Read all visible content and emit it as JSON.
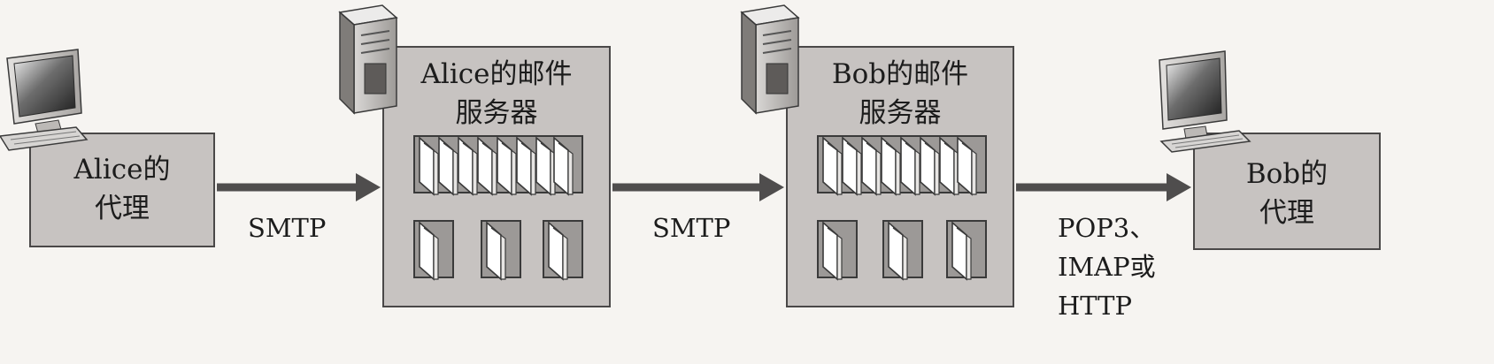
{
  "nodes": {
    "alice_agent": {
      "label": "Alice的\n代理",
      "icon": "desktop-computer-icon"
    },
    "alice_server": {
      "label": "Alice的邮件\n服务器",
      "icon": "server-tower-icon"
    },
    "bob_server": {
      "label": "Bob的邮件\n服务器",
      "icon": "server-tower-icon"
    },
    "bob_agent": {
      "label": "Bob的\n代理",
      "icon": "desktop-computer-icon"
    }
  },
  "links": [
    {
      "from": "alice_agent",
      "to": "alice_server",
      "protocol": "SMTP"
    },
    {
      "from": "alice_server",
      "to": "bob_server",
      "protocol": "SMTP"
    },
    {
      "from": "bob_server",
      "to": "bob_agent",
      "protocol": "POP3、\nIMAP或\nHTTP"
    }
  ],
  "colors": {
    "box_fill": "#c7c3c1",
    "box_border": "#4a4848",
    "arrow": "#4f4d4d",
    "background": "#f6f4f1"
  }
}
